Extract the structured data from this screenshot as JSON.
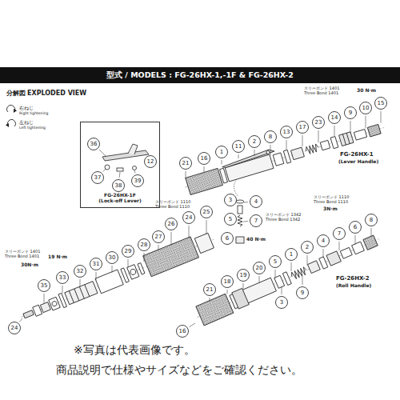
{
  "diagram": {
    "title": "型式 / MODELS : FG-26HX-1,-1F & FG-26HX-2",
    "nodes": [
      {
        "text": [
          "FG-26HX-1F (Lock-off Lever)"
        ]
      }
    ],
    "labels": [
      "分解図",
      "EXPLODED VIEW",
      "Right tightening",
      "Left tightening",
      "36",
      "37",
      "38",
      "39",
      "12",
      "21",
      "16",
      "1",
      "11",
      "2",
      "8",
      "13",
      "17",
      "23",
      "14",
      "9",
      "10",
      "15",
      "スリーボンド 1401",
      "Three Bond 1401",
      "30 N·m",
      "FG-26HX-1",
      "(Lever Handle)",
      "3",
      "4",
      "5",
      "7",
      "6",
      "スリーボンド 1342",
      "Three Bond 1342",
      "40 N·m",
      "スリーボンド 1110",
      "Three Bond 1110",
      "24",
      "35",
      "33",
      "32",
      "31",
      "30",
      "29",
      "28",
      "27",
      "26",
      "24",
      "25",
      "スリーボンド 1401",
      "Three Bond 1401",
      "30N·m",
      "19 N·m",
      "16",
      "21",
      "18",
      "19",
      "20",
      "5",
      "1",
      "2",
      "4",
      "7",
      "6",
      "8",
      "3",
      "9",
      "スリーボンド 1110",
      "Three Bond 1110",
      "3N·m",
      "FG-26HX-2",
      "(Roll Handle)",
      "※写真は代表画像です。",
      "商品説明で仕様やサイズなどをご確認ください。"
    ],
    "legend": [
      {
        "text": "右ねじ"
      },
      {
        "text": "左ねじ"
      }
    ]
  }
}
